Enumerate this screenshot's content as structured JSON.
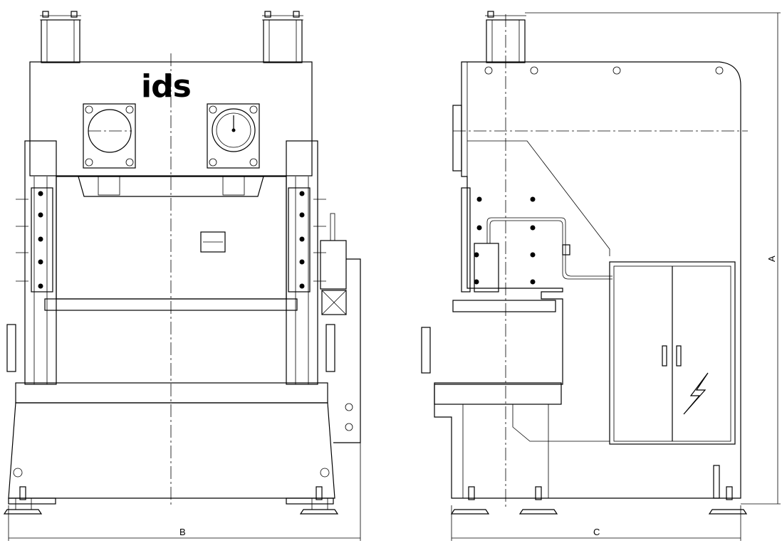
{
  "drawing": {
    "logo_text": "ids",
    "dimensions": {
      "width_label": "B",
      "depth_label": "C",
      "height_label": "A"
    },
    "views": [
      "front-view",
      "side-view"
    ]
  }
}
